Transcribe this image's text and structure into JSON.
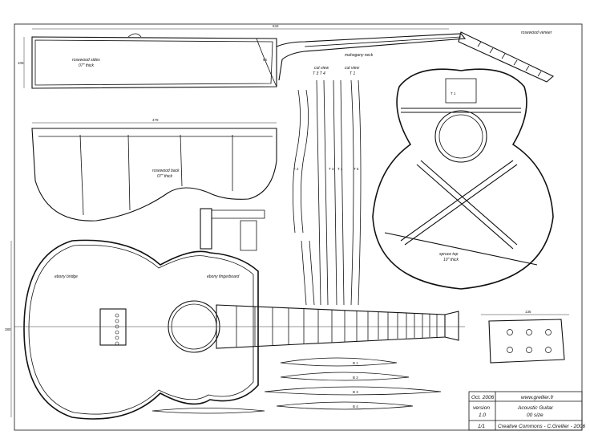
{
  "labels": {
    "rosewood_sides": "rosewood sides",
    "rosewood_sides_thk": "07\" thick",
    "mahogany_neck": "mahogany neck",
    "rosewood_veneer": "rosewood veneer",
    "rosewood_back": "rosewood back",
    "rosewood_back_thk": "07\" thick",
    "spruce_top": "spruce top",
    "spruce_top_thk": "10\" thick",
    "ebony_bridge": "ebony bridge",
    "ebony_fingerboard": "ebony fingerboard",
    "cut_view_a": "cut view",
    "cut_view_b": "cut view",
    "cut_view_a_sub": "T 3  T 4",
    "cut_view_b_sub": "T 1"
  },
  "dims": {
    "total_len": "633",
    "side_h": "105",
    "side_h2": "95",
    "back_w": "479",
    "body_w": "380",
    "head_w": "135"
  },
  "brace_tags": [
    "T 1",
    "T 2",
    "T 3",
    "T 4",
    "T 5",
    "B 1",
    "B 2",
    "B 3",
    "B 4"
  ],
  "title_block": {
    "date": "Oct. 2006",
    "site": "www.grellier.fr",
    "version_label": "version",
    "version": "1.0",
    "title": "Acoustic Guitar",
    "model": "00 size",
    "sheet": "1/1",
    "license": "Creative Commons - C.Grellier - 2006"
  }
}
